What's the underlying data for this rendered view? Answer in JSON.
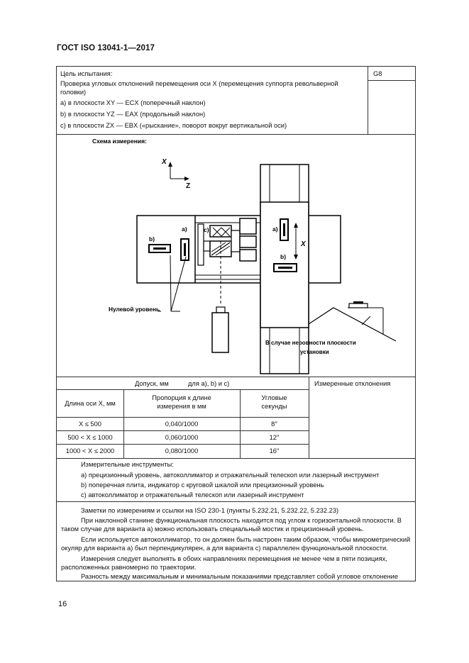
{
  "header": {
    "doc_code": "ГОСТ ISO 13041-1—2017"
  },
  "objective": {
    "title": "Цель испытания:",
    "description": "Проверка угловых отклонений перемещения оси X (перемещения суппорта револьверной головки)",
    "items": [
      "a) в плоскости XY — ECX (поперечный наклон)",
      "b) в плоскости YZ — EAX (продольный наклон)",
      "c) в плоскости ZX — EBX («рыскание», поворот вокруг вертикальной оси)"
    ],
    "code": "G8"
  },
  "diagram": {
    "caption": "Схема измерения:",
    "axis_x": "X",
    "axis_z": "Z",
    "label_a": "a)",
    "label_b": "b)",
    "label_c": "c)",
    "label_a2": "a)",
    "label_b2": "b)",
    "travel_label": "X",
    "zero_level": "Нулевой уровень",
    "uneven_note_line1": "В случае неровности плоскости",
    "uneven_note_line2": "установки"
  },
  "tolerance": {
    "header_prefix": "Допуск, мм",
    "header_suffix": "для a), b) и c)",
    "measured_label": "Измеренные отклонения",
    "col_length": "Длина оси X, мм",
    "col_ratio_line1": "Пропорция к длине",
    "col_ratio_line2": "измерения в мм",
    "col_angle_line1": "Угловые",
    "col_angle_line2": "секунды",
    "rows": [
      {
        "length": "X ≤ 500",
        "ratio": "0,040/1000",
        "angle": "8′′"
      },
      {
        "length": "500 < X ≤ 1000",
        "ratio": "0,060/1000",
        "angle": "12′′"
      },
      {
        "length": "1000 < X ≤ 2000",
        "ratio": "0,080/1000",
        "angle": "16′′"
      }
    ]
  },
  "instruments": {
    "title": "Измерительные инструменты:",
    "items": [
      "a) прецизионный уровень, автоколлиматор и отражательный телескоп или лазерный инструмент",
      "b)  поперечная плита, индикатор с круговой шкалой или прецизионный уровень",
      "c) автоколлиматор и отражательный телескоп или лазерный инструмент"
    ]
  },
  "notes": {
    "title": "Заметки по измерениям и ссылки на ISO 230-1 (пункты 5.232.21, 5.232.22, 5.232.23)",
    "p1": "При наклонной станине функциональная плоскость находится под углом к горизонтальной плоскости. В таком случае для варианта а) можно использовать специальный мостик и прецизионный уровень.",
    "p2": "Если используется автоколлиматор, то он должен быть настроен таким образом, чтобы микрометрический окуляр для варианта а) был перпендикулярен, а для варианта с) параллелен функциональной плоскости.",
    "p3": "Измерения следует выполнять в обоих направлениях перемещения не менее чем в пяти позициях, расположенных равномерно по траектории.",
    "p4": "Разность между максимальным и минимальным показаниями представляет собой угловое отклонение"
  },
  "footer": {
    "page_number": "16"
  }
}
